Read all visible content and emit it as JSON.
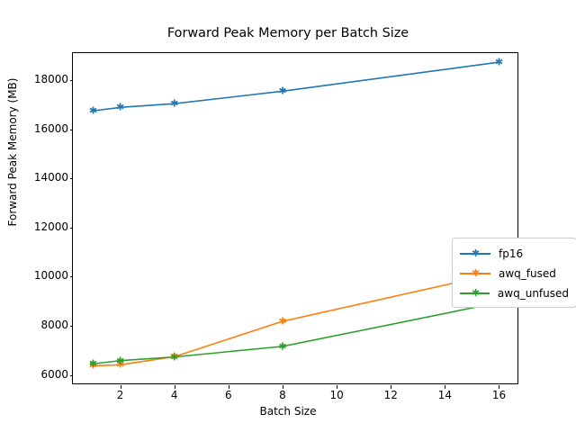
{
  "chart_data": {
    "type": "line",
    "title": "Forward Peak Memory per Batch Size",
    "xlabel": "Batch Size",
    "ylabel": "Forward Peak Memory (MB)",
    "x": [
      1,
      2,
      4,
      8,
      16
    ],
    "xlim": [
      0.25,
      16.75
    ],
    "ylim": [
      5580,
      19100
    ],
    "xticks": [
      2,
      4,
      6,
      8,
      10,
      12,
      14,
      16
    ],
    "yticks": [
      6000,
      8000,
      10000,
      12000,
      14000,
      16000,
      18000
    ],
    "grid": false,
    "legend_position": "center right",
    "series": [
      {
        "name": "fp16",
        "color": "#1f77b4",
        "marker": "star",
        "values": [
          16750,
          16890,
          17040,
          17550,
          18730
        ]
      },
      {
        "name": "awq_fused",
        "color": "#ff7f0e",
        "marker": "star",
        "values": [
          6370,
          6410,
          6740,
          8180,
          10150
        ]
      },
      {
        "name": "awq_unfused",
        "color": "#2ca02c",
        "marker": "star",
        "values": [
          6450,
          6580,
          6730,
          7160,
          8950
        ]
      }
    ]
  }
}
